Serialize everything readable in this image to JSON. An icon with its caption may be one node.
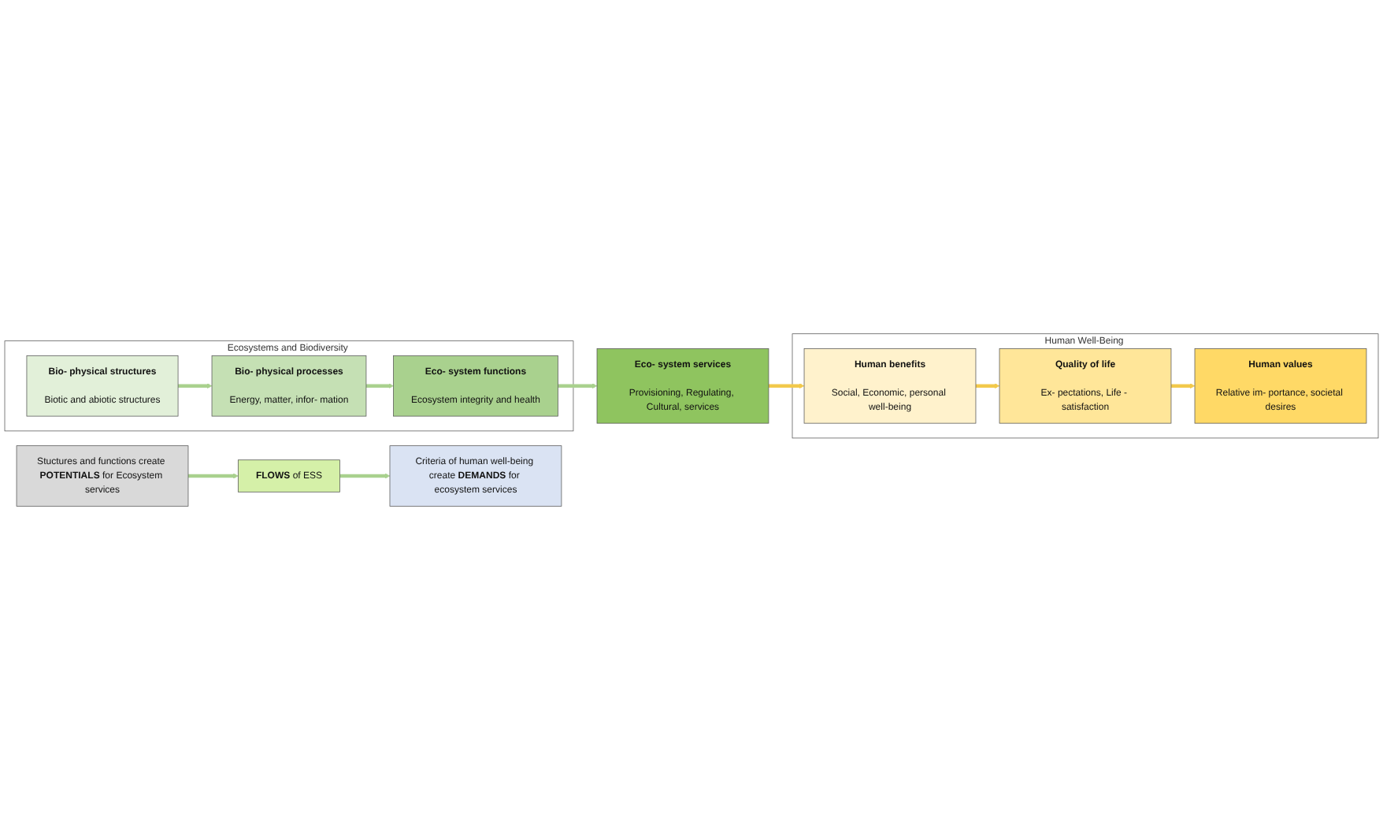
{
  "diagram": {
    "nodes": [
      {
        "text": [
          "Stuctures and functions create **POTENTIALS** for Ecosystem services"
        ]
      },
      {
        "text": [
          "**FLOWS** of ESS"
        ]
      },
      {
        "text": [
          "Criteria of human well-being create **DEMANDS** for ecosystem services"
        ]
      },
      {
        "text": [
          "Ecosystems and Biodiversity"
        ]
      },
      {
        "text": [
          "Bio- physical structures",
          "Biotic and abiotic structures"
        ],
        "in": 3
      },
      {
        "text": [
          "Bio- physical processes",
          "Energy, matter, infor- mation"
        ],
        "in": 3
      },
      {
        "text": [
          "Eco- system functions",
          "Ecosystem integrity and health"
        ],
        "in": 3
      },
      {
        "text": [
          "Eco- system services",
          "Provisioning, Regulating, Cultural, services"
        ]
      },
      {
        "text": [
          "Human Well-Being"
        ]
      },
      {
        "text": [
          "Human benefits",
          "Social, Economic, personal well-being"
        ],
        "in": 8
      },
      {
        "text": [
          "Quality of life",
          "Ex- pectations, Life - satisfaction"
        ],
        "in": 8
      },
      {
        "text": [
          "Human values",
          "Relative im- portance, societal desires"
        ],
        "in": 8
      }
    ],
    "edges": [
      {
        "from": 0,
        "to": 1,
        "arrow": "to"
      },
      {
        "from": 1,
        "to": 2,
        "arrow": "to"
      },
      {
        "from": 4,
        "to": 5,
        "arrow": "to"
      },
      {
        "from": 5,
        "to": 6,
        "arrow": "to"
      },
      {
        "from": 6,
        "to": 7,
        "arrow": "to"
      },
      {
        "from": 7,
        "to": 9,
        "arrow": "to",
        "color": "#f2c94c"
      },
      {
        "from": 9,
        "to": 10,
        "arrow": "to",
        "color": "#f2c94c"
      },
      {
        "from": 10,
        "to": 11,
        "arrow": "to",
        "color": "#f2c94c"
      }
    ]
  }
}
